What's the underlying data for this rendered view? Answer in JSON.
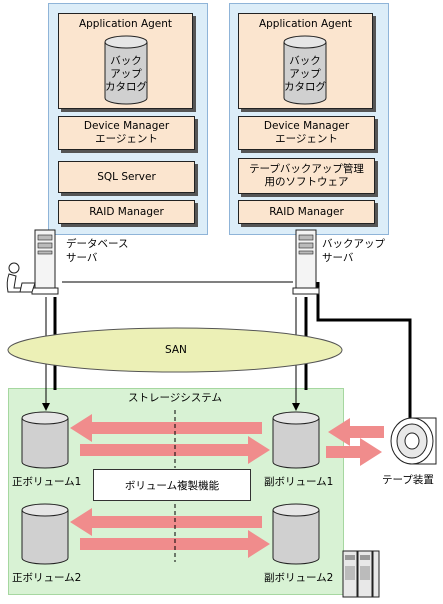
{
  "left_server": {
    "agent": "Application Agent",
    "catalog": [
      "バック",
      "アップ",
      "カタログ"
    ],
    "dm_agent": [
      "Device Manager",
      "エージェント"
    ],
    "middle": "SQL Server",
    "raid": "RAID Manager",
    "label": [
      "データベース",
      "サーバ"
    ]
  },
  "right_server": {
    "agent": "Application Agent",
    "catalog": [
      "バック",
      "アップ",
      "カタログ"
    ],
    "dm_agent": [
      "Device Manager",
      "エージェント"
    ],
    "middle": [
      "テープバックアップ管理",
      "用のソフトウェア"
    ],
    "raid": "RAID Manager",
    "label": [
      "バックアップ",
      "サーバ"
    ]
  },
  "san_label": "SAN",
  "storage": {
    "title": "ストレージシステム",
    "replication": "ボリューム複製機能",
    "primary1": "正ボリューム1",
    "secondary1": "副ボリューム1",
    "primary2": "正ボリューム2",
    "secondary2": "副ボリューム2"
  },
  "tape": "テープ装置",
  "colors": {
    "panel": "#dcedf8",
    "box": "#fbe5cf",
    "storage": "#d8f2d4",
    "san": "#ecf0b6",
    "arrow": "#f08c8c",
    "volume": "#d0d0d0"
  }
}
